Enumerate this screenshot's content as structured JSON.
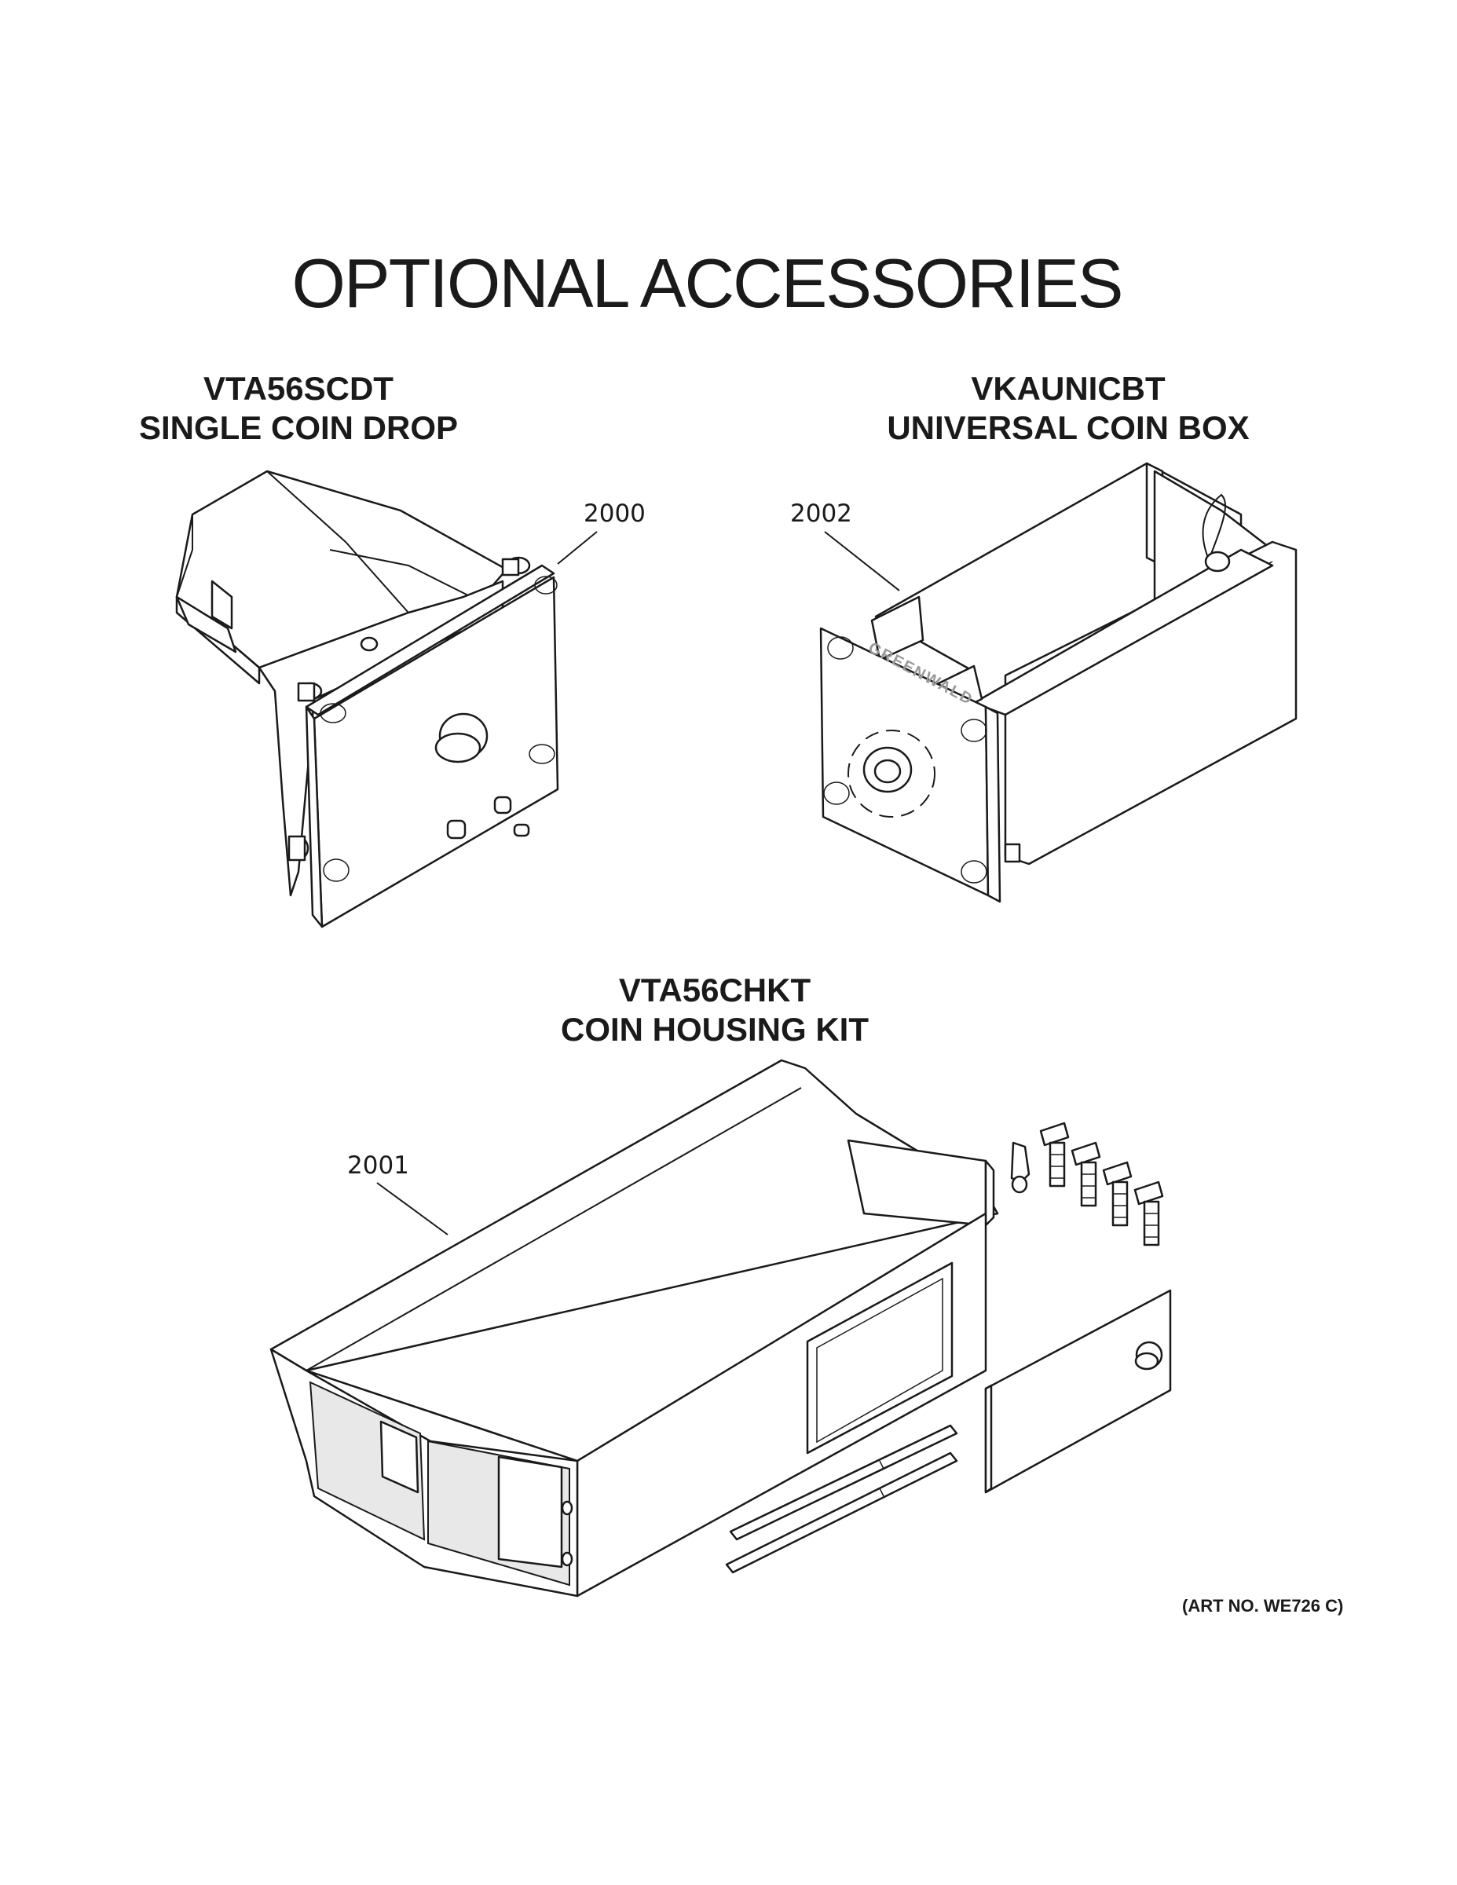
{
  "page": {
    "title": "OPTIONAL ACCESSORIES",
    "art_number": "(ART NO. WE726 C)"
  },
  "accessories": [
    {
      "model": "VTA56SCDT",
      "name": "SINGLE COIN DROP",
      "callout": "2000"
    },
    {
      "model": "VKAUNICBT",
      "name": "UNIVERSAL COIN BOX",
      "callout": "2002",
      "brand_marking": "GREENWALD"
    },
    {
      "model": "VTA56CHKT",
      "name": "COIN HOUSING KIT",
      "callout": "2001"
    }
  ]
}
